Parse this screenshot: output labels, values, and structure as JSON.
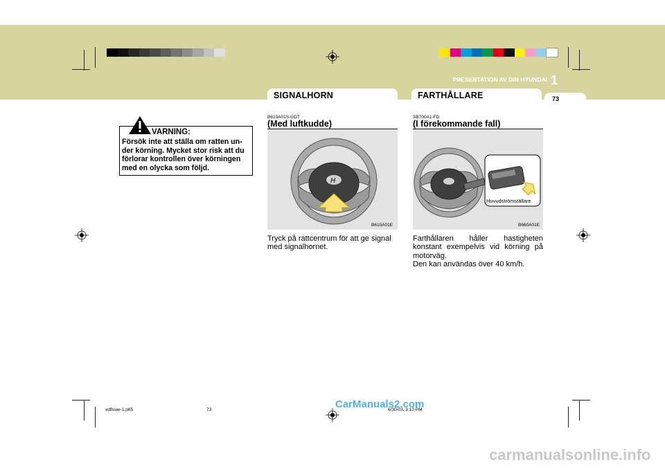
{
  "header": {
    "chapter_title": "PRESENTATION AV DIN HYUNDAI",
    "chapter_number": "1",
    "page_number": "73"
  },
  "colors": {
    "band": "#d8d49e",
    "gray_blocks": [
      "#000000",
      "#111111",
      "#262626",
      "#383838",
      "#4a4a4a",
      "#5e5e5e",
      "#737373",
      "#8c8c8c",
      "#a6a6a6",
      "#c2c2c2",
      "#dedede"
    ],
    "color_blocks": [
      "#ffe600",
      "#e6007e",
      "#00a0e0",
      "#006fb9",
      "#00984a",
      "#e3001b",
      "#111111",
      "#fff200",
      "#f5a0c8",
      "#8fd0f0",
      "#ffffff"
    ]
  },
  "warning": {
    "title": "VARNING:",
    "lines": [
      "Försök inte att ställa om ratten un-",
      "der körning. Mycket stor risk att du",
      "förlorar kontrollen över körningen",
      "med en olycka som följd."
    ]
  },
  "signalhorn": {
    "section_title": "SIGNALHORN",
    "code": "B610A01S-GDT",
    "subheading": "(Med luftkudde)",
    "figure_code": "B610A01E",
    "body_lines": [
      "Tryck på rattcentrum för att ge signal",
      "med signalhornet."
    ]
  },
  "farthallare": {
    "section_title": "FARTHÅLLARE",
    "code": "SB700A1-FD",
    "subheading": "(I förekommande fall)",
    "figure_code": "B660A01E",
    "callout_label": "Huvudströmställare",
    "body_lines": [
      "Farthållaren håller hastigheten",
      "konstant exempelvis vid körning på",
      "motorväg.",
      "Den kan användas över 40 km/h."
    ]
  },
  "footer": {
    "file": "xdflswe-1.p65",
    "page": "73",
    "timestamp": "6/30/03, 3:10 PM"
  },
  "watermarks": {
    "carmanuals": "CarManuals2.com",
    "online": "carmanualsonline.info"
  }
}
